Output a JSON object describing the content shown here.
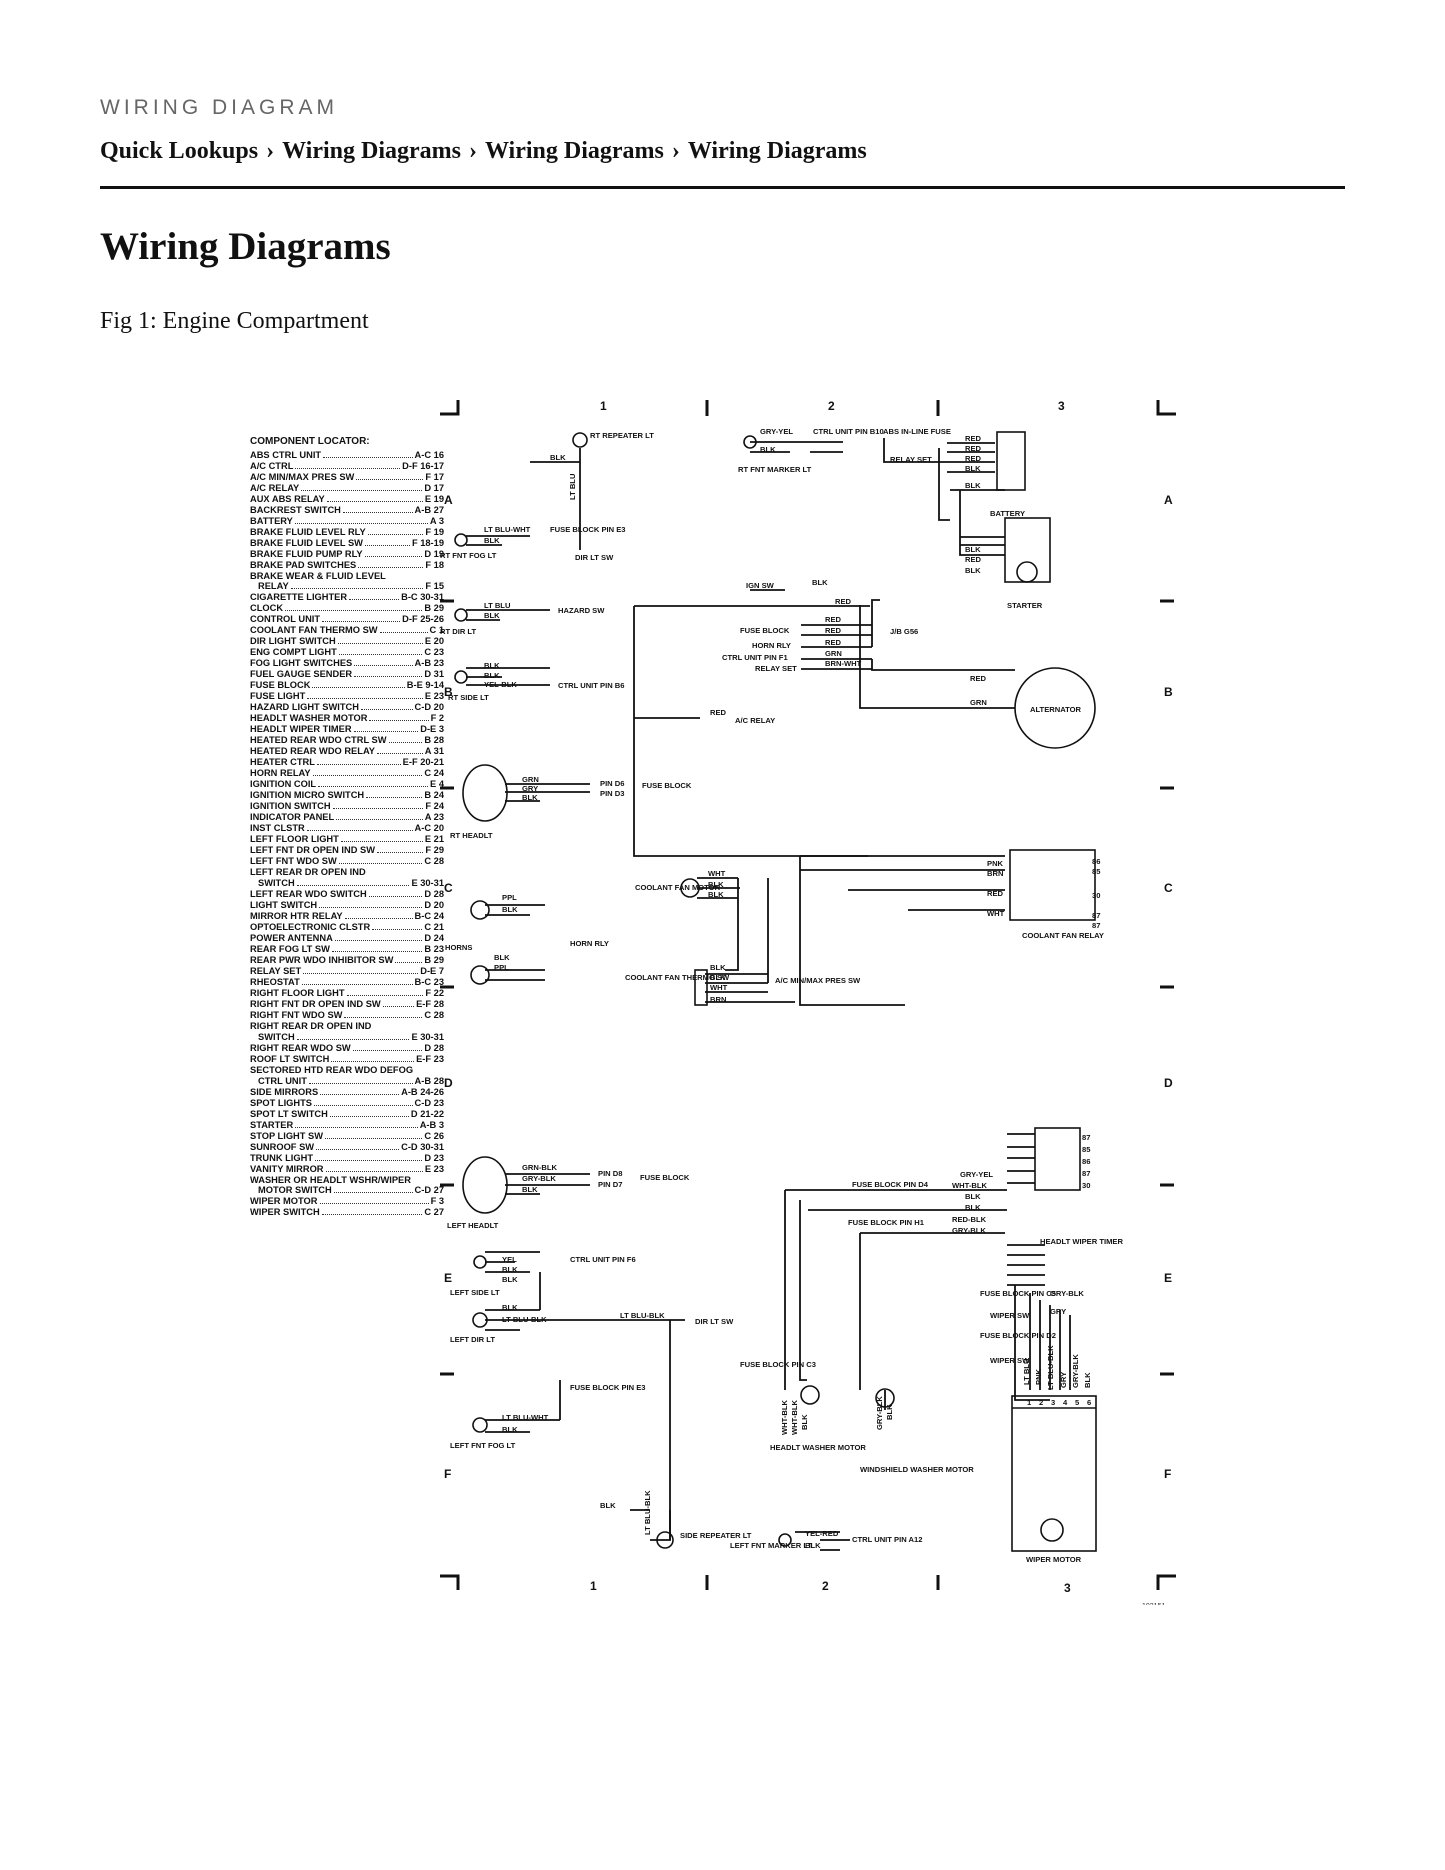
{
  "header": {
    "kicker": "WIRING DIAGRAM",
    "breadcrumb": [
      "Quick Lookups",
      "Wiring Diagrams",
      "Wiring Diagrams",
      "Wiring Diagrams"
    ],
    "separator": "›"
  },
  "page": {
    "title": "Wiring Diagrams",
    "figure_caption": "Fig 1: Engine Compartment"
  },
  "diagram": {
    "figure_id": "102151",
    "grid_columns": [
      "1",
      "2",
      "3"
    ],
    "grid_rows": [
      "A",
      "B",
      "C",
      "D",
      "E",
      "F"
    ],
    "component_locator": {
      "heading": "COMPONENT LOCATOR:",
      "entries": [
        {
          "name": "ABS CTRL UNIT",
          "ref": "A-C 16"
        },
        {
          "name": "A/C CTRL",
          "ref": "D-F 16-17"
        },
        {
          "name": "A/C MIN/MAX PRES SW",
          "ref": "F 17"
        },
        {
          "name": "A/C RELAY",
          "ref": "D 17"
        },
        {
          "name": "AUX ABS RELAY",
          "ref": "E 19"
        },
        {
          "name": "BACKREST SWITCH",
          "ref": "A-B 27"
        },
        {
          "name": "BATTERY",
          "ref": "A 3"
        },
        {
          "name": "BRAKE FLUID LEVEL RLY",
          "ref": "F 19"
        },
        {
          "name": "BRAKE FLUID LEVEL SW",
          "ref": "F 18-19"
        },
        {
          "name": "BRAKE FLUID PUMP RLY",
          "ref": "D 19"
        },
        {
          "name": "BRAKE PAD SWITCHES",
          "ref": "F 18"
        },
        {
          "name": "BRAKE WEAR & FLUID LEVEL",
          "ref": ""
        },
        {
          "name": "RELAY",
          "ref": "F 15",
          "cont": true
        },
        {
          "name": "CIGARETTE LIGHTER",
          "ref": "B-C 30-31"
        },
        {
          "name": "CLOCK",
          "ref": "B 29"
        },
        {
          "name": "CONTROL UNIT",
          "ref": "D-F 25-26"
        },
        {
          "name": "COOLANT FAN THERMO SW",
          "ref": "C 1"
        },
        {
          "name": "DIR LIGHT SWITCH",
          "ref": "E 20"
        },
        {
          "name": "ENG COMPT LIGHT",
          "ref": "C 23"
        },
        {
          "name": "FOG LIGHT SWITCHES",
          "ref": "A-B 23"
        },
        {
          "name": "FUEL GAUGE SENDER",
          "ref": "D 31"
        },
        {
          "name": "FUSE BLOCK",
          "ref": "B-E 9-14"
        },
        {
          "name": "FUSE LIGHT",
          "ref": "E 23"
        },
        {
          "name": "HAZARD LIGHT SWITCH",
          "ref": "C-D 20"
        },
        {
          "name": "HEADLT WASHER MOTOR",
          "ref": "F 2"
        },
        {
          "name": "HEADLT WIPER TIMER",
          "ref": "D-E 3"
        },
        {
          "name": "HEATED REAR WDO CTRL SW",
          "ref": "B 28"
        },
        {
          "name": "HEATED REAR WDO RELAY",
          "ref": "A 31"
        },
        {
          "name": "HEATER CTRL",
          "ref": "E-F 20-21"
        },
        {
          "name": "HORN RELAY",
          "ref": "C 24"
        },
        {
          "name": "IGNITION COIL",
          "ref": "E 4"
        },
        {
          "name": "IGNITION MICRO SWITCH",
          "ref": "B 24"
        },
        {
          "name": "IGNITION SWITCH",
          "ref": "F 24"
        },
        {
          "name": "INDICATOR PANEL",
          "ref": "A 23"
        },
        {
          "name": "INST CLSTR",
          "ref": "A-C 20"
        },
        {
          "name": "LEFT FLOOR LIGHT",
          "ref": "E 21"
        },
        {
          "name": "LEFT FNT DR OPEN IND SW",
          "ref": "F 29"
        },
        {
          "name": "LEFT FNT WDO SW",
          "ref": "C 28"
        },
        {
          "name": "LEFT REAR DR OPEN IND",
          "ref": ""
        },
        {
          "name": "SWITCH",
          "ref": "E 30-31",
          "cont": true
        },
        {
          "name": "LEFT REAR WDO SWITCH",
          "ref": "D 28"
        },
        {
          "name": "LIGHT SWITCH",
          "ref": "D 20"
        },
        {
          "name": "MIRROR HTR RELAY",
          "ref": "B-C 24"
        },
        {
          "name": "OPTOELECTRONIC CLSTR",
          "ref": "C 21"
        },
        {
          "name": "POWER ANTENNA",
          "ref": "D 24"
        },
        {
          "name": "REAR FOG LT SW",
          "ref": "B 23"
        },
        {
          "name": "REAR PWR WDO INHIBITOR SW",
          "ref": "B 29"
        },
        {
          "name": "RELAY SET",
          "ref": "D-E 7"
        },
        {
          "name": "RHEOSTAT",
          "ref": "B-C 23"
        },
        {
          "name": "RIGHT FLOOR LIGHT",
          "ref": "F 22"
        },
        {
          "name": "RIGHT FNT DR OPEN IND SW",
          "ref": "E-F 28"
        },
        {
          "name": "RIGHT FNT WDO SW",
          "ref": "C 28"
        },
        {
          "name": "RIGHT REAR DR OPEN IND",
          "ref": ""
        },
        {
          "name": "SWITCH",
          "ref": "E 30-31",
          "cont": true
        },
        {
          "name": "RIGHT REAR WDO SW",
          "ref": "D 28"
        },
        {
          "name": "ROOF LT SWITCH",
          "ref": "E-F 23"
        },
        {
          "name": "SECTORED HTD REAR WDO DEFOG",
          "ref": ""
        },
        {
          "name": "CTRL UNIT",
          "ref": "A-B 28",
          "cont": true
        },
        {
          "name": "SIDE MIRRORS",
          "ref": "A-B 24-26"
        },
        {
          "name": "SPOT LIGHTS",
          "ref": "C-D 23"
        },
        {
          "name": "SPOT LT SWITCH",
          "ref": "D 21-22"
        },
        {
          "name": "STARTER",
          "ref": "A-B 3"
        },
        {
          "name": "STOP LIGHT SW",
          "ref": "C 26"
        },
        {
          "name": "SUNROOF SW",
          "ref": "C-D 30-31"
        },
        {
          "name": "TRUNK LIGHT",
          "ref": "D 23"
        },
        {
          "name": "VANITY MIRROR",
          "ref": "E 23"
        },
        {
          "name": "WASHER OR HEADLT WSHR/WIPER",
          "ref": ""
        },
        {
          "name": "MOTOR SWITCH",
          "ref": "C-D 27",
          "cont": true
        },
        {
          "name": "WIPER MOTOR",
          "ref": "F 3"
        },
        {
          "name": "WIPER SWITCH",
          "ref": "C 27"
        }
      ]
    },
    "labels": {
      "rt_repeater_lt": "RT REPEATER LT",
      "lt_blu": "LT BLU",
      "dir_lt_sw": "DIR LT SW",
      "gry_yel": "GRY-YEL",
      "ctrl_unit_pin_b10": "CTRL UNIT PIN B10",
      "rt_fnt_marker_lt": "RT FNT MARKER LT",
      "abs_inline_fuse": "ABS IN-LINE FUSE",
      "relay_set": "RELAY SET",
      "red": "RED",
      "blk": "BLK",
      "battery": "BATTERY",
      "lt_blu_wht": "LT BLU-WHT",
      "fuse_block_pin_e3": "FUSE BLOCK PIN E3",
      "rt_fnt_fog_lt": "RT FNT FOG LT",
      "ign_sw": "IGN SW",
      "starter": "STARTER",
      "hazard_sw": "HAZARD SW",
      "rt_dir_lt": "RT DIR LT",
      "fuse_block": "FUSE BLOCK",
      "horn_rly": "HORN RLY",
      "ctrl_unit_pin_f1": "CTRL UNIT PIN F1",
      "grn": "GRN",
      "brn_wht": "BRN-WHT",
      "jb_g56": "J/B G56",
      "yel_blk": "YEL-BLK",
      "ctrl_unit_pin_b6": "CTRL UNIT PIN B6",
      "rt_side_lt": "RT SIDE LT",
      "alternator": "ALTERNATOR",
      "ac_relay": "A/C RELAY",
      "gry": "GRY",
      "pin_d6": "PIN D6",
      "pin_d3": "PIN D3",
      "rt_headlt": "RT HEADLT",
      "pnk": "PNK",
      "brn": "BRN",
      "wht": "WHT",
      "coolant_fan_motor": "COOLANT FAN MOTOR",
      "ppl": "PPL",
      "horns": "HORNS",
      "coolant_fan_relay": "COOLANT FAN RELAY",
      "coolant_fan_thermo_sw": "COOLANT FAN THERMO SW",
      "ac_minmax_pres_sw": "A/C MIN/MAX PRES SW",
      "grn_blk": "GRN-BLK",
      "gry_blk": "GRY-BLK",
      "pin_d8": "PIN D8",
      "pin_d7": "PIN D7",
      "left_headlt": "LEFT HEADLT",
      "fuse_block_pin_d4": "FUSE BLOCK PIN D4",
      "wht_blk": "WHT-BLK",
      "fuse_block_pin_h1": "FUSE BLOCK PIN H1",
      "red_blk": "RED-BLK",
      "headlt_wiper_timer": "HEADLT WIPER TIMER",
      "yel": "YEL",
      "ctrl_unit_pin_f6": "CTRL UNIT PIN F6",
      "left_side_lt": "LEFT SIDE LT",
      "lt_blu_blk": "LT BLU-BLK",
      "left_dir_lt": "LEFT DIR LT",
      "fuse_block_pin_c5": "FUSE BLOCK PIN C5",
      "wiper_sw": "WIPER SW",
      "fuse_block_pin_d2": "FUSE BLOCK PIN D2",
      "fuse_block_pin_c3": "FUSE BLOCK PIN C3",
      "left_fnt_fog_lt": "LEFT FNT FOG LT",
      "headlt_washer_motor": "HEADLT WASHER MOTOR",
      "windshield_washer_motor": "WINDSHIELD WASHER MOTOR",
      "side_repeater_lt": "SIDE REPEATER LT",
      "left_fnt_marker_lt": "LEFT FNT MARKER LT",
      "yel_red": "YEL-RED",
      "ctrl_unit_pin_a12": "CTRL UNIT PIN A12",
      "wiper_motor": "WIPER MOTOR",
      "pin_87": "87",
      "pin_85": "85",
      "pin_86": "86",
      "pin_30": "30",
      "pin_1": "1",
      "pin_2": "2",
      "pin_3": "3",
      "pin_4": "4",
      "pin_5": "5",
      "pin_6": "6"
    }
  }
}
